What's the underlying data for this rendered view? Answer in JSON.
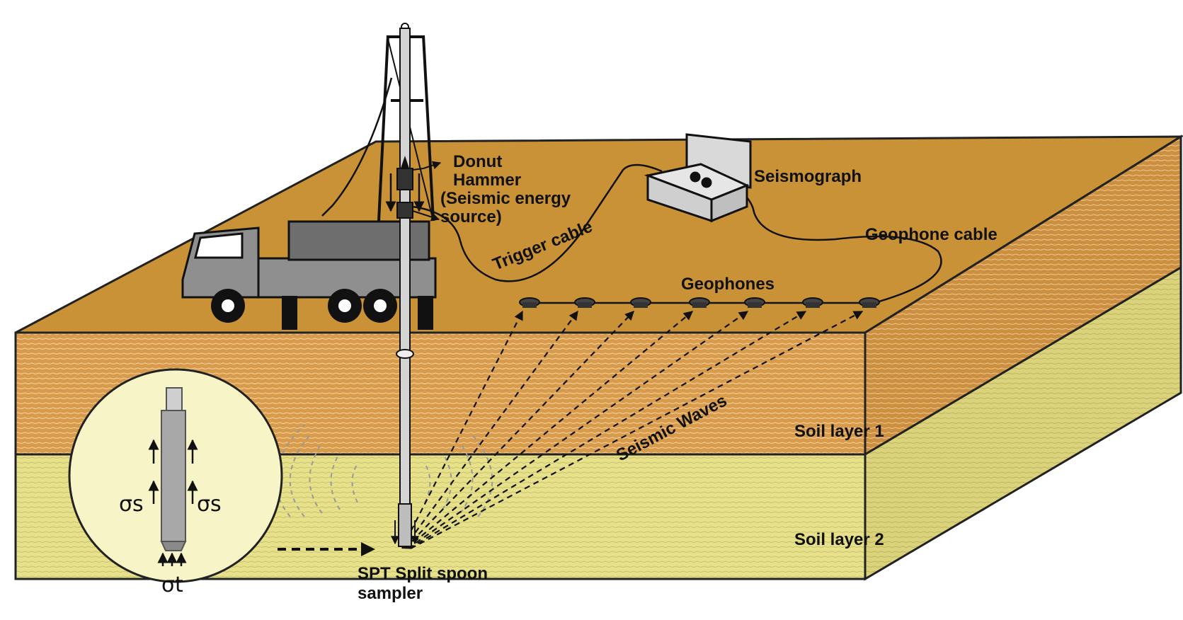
{
  "labels": {
    "donut_hammer": [
      "Donut",
      "Hammer",
      "(Seismic energy",
      "source)"
    ],
    "trigger_cable": "Trigger cable",
    "seismograph": "Seismograph",
    "geophone_cable": "Geophone cable",
    "geophones": "Geophones",
    "seismic_waves": "Seismic Waves",
    "soil_layer_1": "Soil layer 1",
    "soil_layer_2": "Soil layer 2",
    "spt_sampler": [
      "SPT Split spoon",
      "sampler"
    ]
  },
  "inset": {
    "sigma_s": "σs",
    "sigma_t": "σt"
  },
  "colors": {
    "ground_surface": "#C99236",
    "soil_layer_1": "#D69A4A",
    "soil_layer_2": "#E6E089",
    "soil_layer_2_side": "#D9D27A",
    "truck": "#8F8F8F",
    "inset_background": "#F7F5C8"
  }
}
